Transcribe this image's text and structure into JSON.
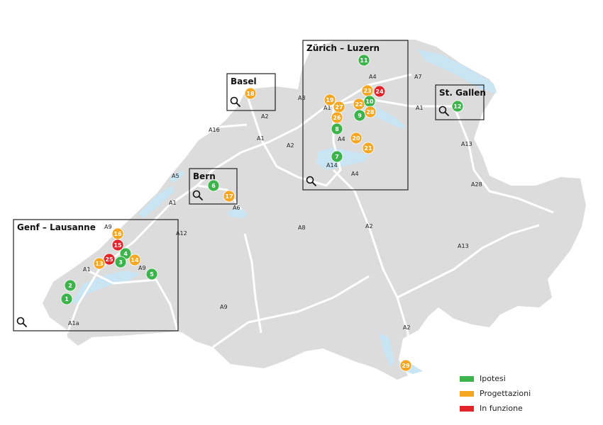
{
  "colors": {
    "land": "#dcdcdc",
    "lake": "#c9e4f2",
    "road": "#ffffff",
    "green": "#3cb44b",
    "orange": "#f5a623",
    "red": "#e3242b",
    "frame": "#222222"
  },
  "zoom_boxes": [
    {
      "id": "zurich-luzern",
      "title": "Zürich – Luzern",
      "icon": "magnifier-icon"
    },
    {
      "id": "basel",
      "title": "Basel",
      "icon": "magnifier-icon"
    },
    {
      "id": "st-gallen",
      "title": "St. Gallen",
      "icon": "magnifier-icon"
    },
    {
      "id": "bern",
      "title": "Bern",
      "icon": "magnifier-icon"
    },
    {
      "id": "genf-lausanne",
      "title": "Genf – Lausanne",
      "icon": "magnifier-icon"
    }
  ],
  "road_labels": [
    "A4",
    "A7",
    "A3",
    "A1",
    "A1",
    "A2",
    "A16",
    "A1",
    "A2",
    "A4",
    "A14",
    "A4",
    "A13",
    "A5",
    "A1",
    "A6",
    "A28",
    "A12",
    "A9",
    "A8",
    "A2",
    "A13",
    "A1",
    "A9",
    "A9",
    "A1a",
    "A2"
  ],
  "markers": [
    {
      "n": "11",
      "s": "green"
    },
    {
      "n": "23",
      "s": "orange"
    },
    {
      "n": "24",
      "s": "red"
    },
    {
      "n": "19",
      "s": "orange"
    },
    {
      "n": "27",
      "s": "orange"
    },
    {
      "n": "22",
      "s": "orange"
    },
    {
      "n": "10",
      "s": "green"
    },
    {
      "n": "26",
      "s": "orange"
    },
    {
      "n": "9",
      "s": "green"
    },
    {
      "n": "28",
      "s": "orange"
    },
    {
      "n": "8",
      "s": "green"
    },
    {
      "n": "20",
      "s": "orange"
    },
    {
      "n": "21",
      "s": "orange"
    },
    {
      "n": "7",
      "s": "green"
    },
    {
      "n": "18",
      "s": "orange"
    },
    {
      "n": "12",
      "s": "green"
    },
    {
      "n": "6",
      "s": "green"
    },
    {
      "n": "17",
      "s": "orange"
    },
    {
      "n": "16",
      "s": "orange"
    },
    {
      "n": "15",
      "s": "red"
    },
    {
      "n": "4",
      "s": "green"
    },
    {
      "n": "25",
      "s": "red"
    },
    {
      "n": "3",
      "s": "green"
    },
    {
      "n": "13",
      "s": "orange"
    },
    {
      "n": "14",
      "s": "orange"
    },
    {
      "n": "5",
      "s": "green"
    },
    {
      "n": "2",
      "s": "green"
    },
    {
      "n": "1",
      "s": "green"
    },
    {
      "n": "29",
      "s": "orange"
    }
  ],
  "legend": [
    {
      "label": "Ipotesi",
      "s": "green"
    },
    {
      "label": "Progettazioni",
      "s": "orange"
    },
    {
      "label": "In funzione",
      "s": "red"
    }
  ]
}
